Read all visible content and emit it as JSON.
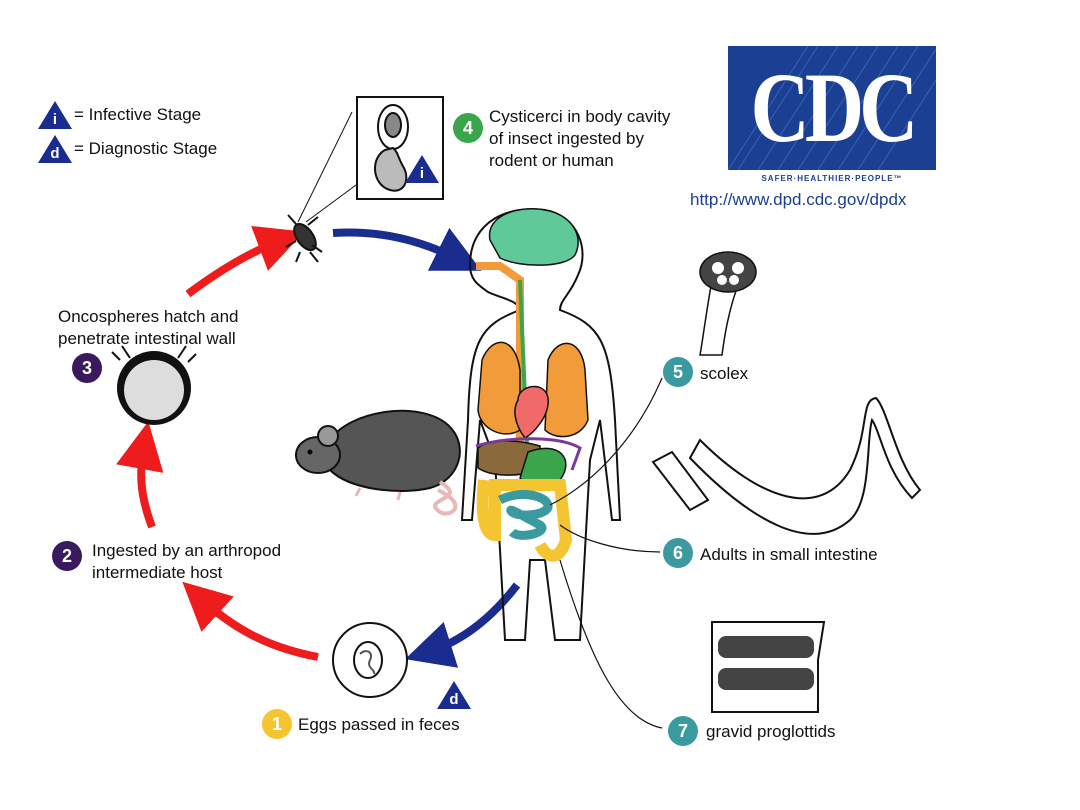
{
  "legend": {
    "infective_symbol": "i",
    "infective_label": "= Infective Stage",
    "diagnostic_symbol": "d",
    "diagnostic_label": "= Diagnostic Stage"
  },
  "cdc": {
    "logo_text": "CDC",
    "tagline": "SAFER·HEALTHIER·PEOPLE™",
    "url": "http://www.dpd.cdc.gov/dpdx"
  },
  "steps": [
    {
      "number": "1",
      "text": "Eggs passed in feces",
      "color": "#f5c531"
    },
    {
      "number": "2",
      "lines": [
        "Ingested by an arthropod",
        "intermediate host"
      ],
      "color": "#3a1a5e"
    },
    {
      "number": "3",
      "lines": [
        "Oncospheres hatch and",
        "penetrate intestinal wall"
      ],
      "color": "#3a1a5e"
    },
    {
      "number": "4",
      "lines": [
        "Cysticerci in body cavity",
        "of insect ingested by",
        "rodent or human"
      ],
      "color": "#3aa54a"
    },
    {
      "number": "5",
      "text": "scolex",
      "color": "#3a9aa0"
    },
    {
      "number": "6",
      "text": "Adults in small intestine",
      "color": "#3a9aa0"
    },
    {
      "number": "7",
      "text": "gravid proglottids",
      "color": "#3a9aa0"
    }
  ],
  "stage_markers": {
    "cysticerci": "i",
    "egg": "d"
  },
  "colors": {
    "red_arrow": "#ee1c1c",
    "blue_arrow": "#1a2d8f",
    "legend_triangle": "#1a2d8f",
    "cdc_blue": "#1a3f93"
  }
}
